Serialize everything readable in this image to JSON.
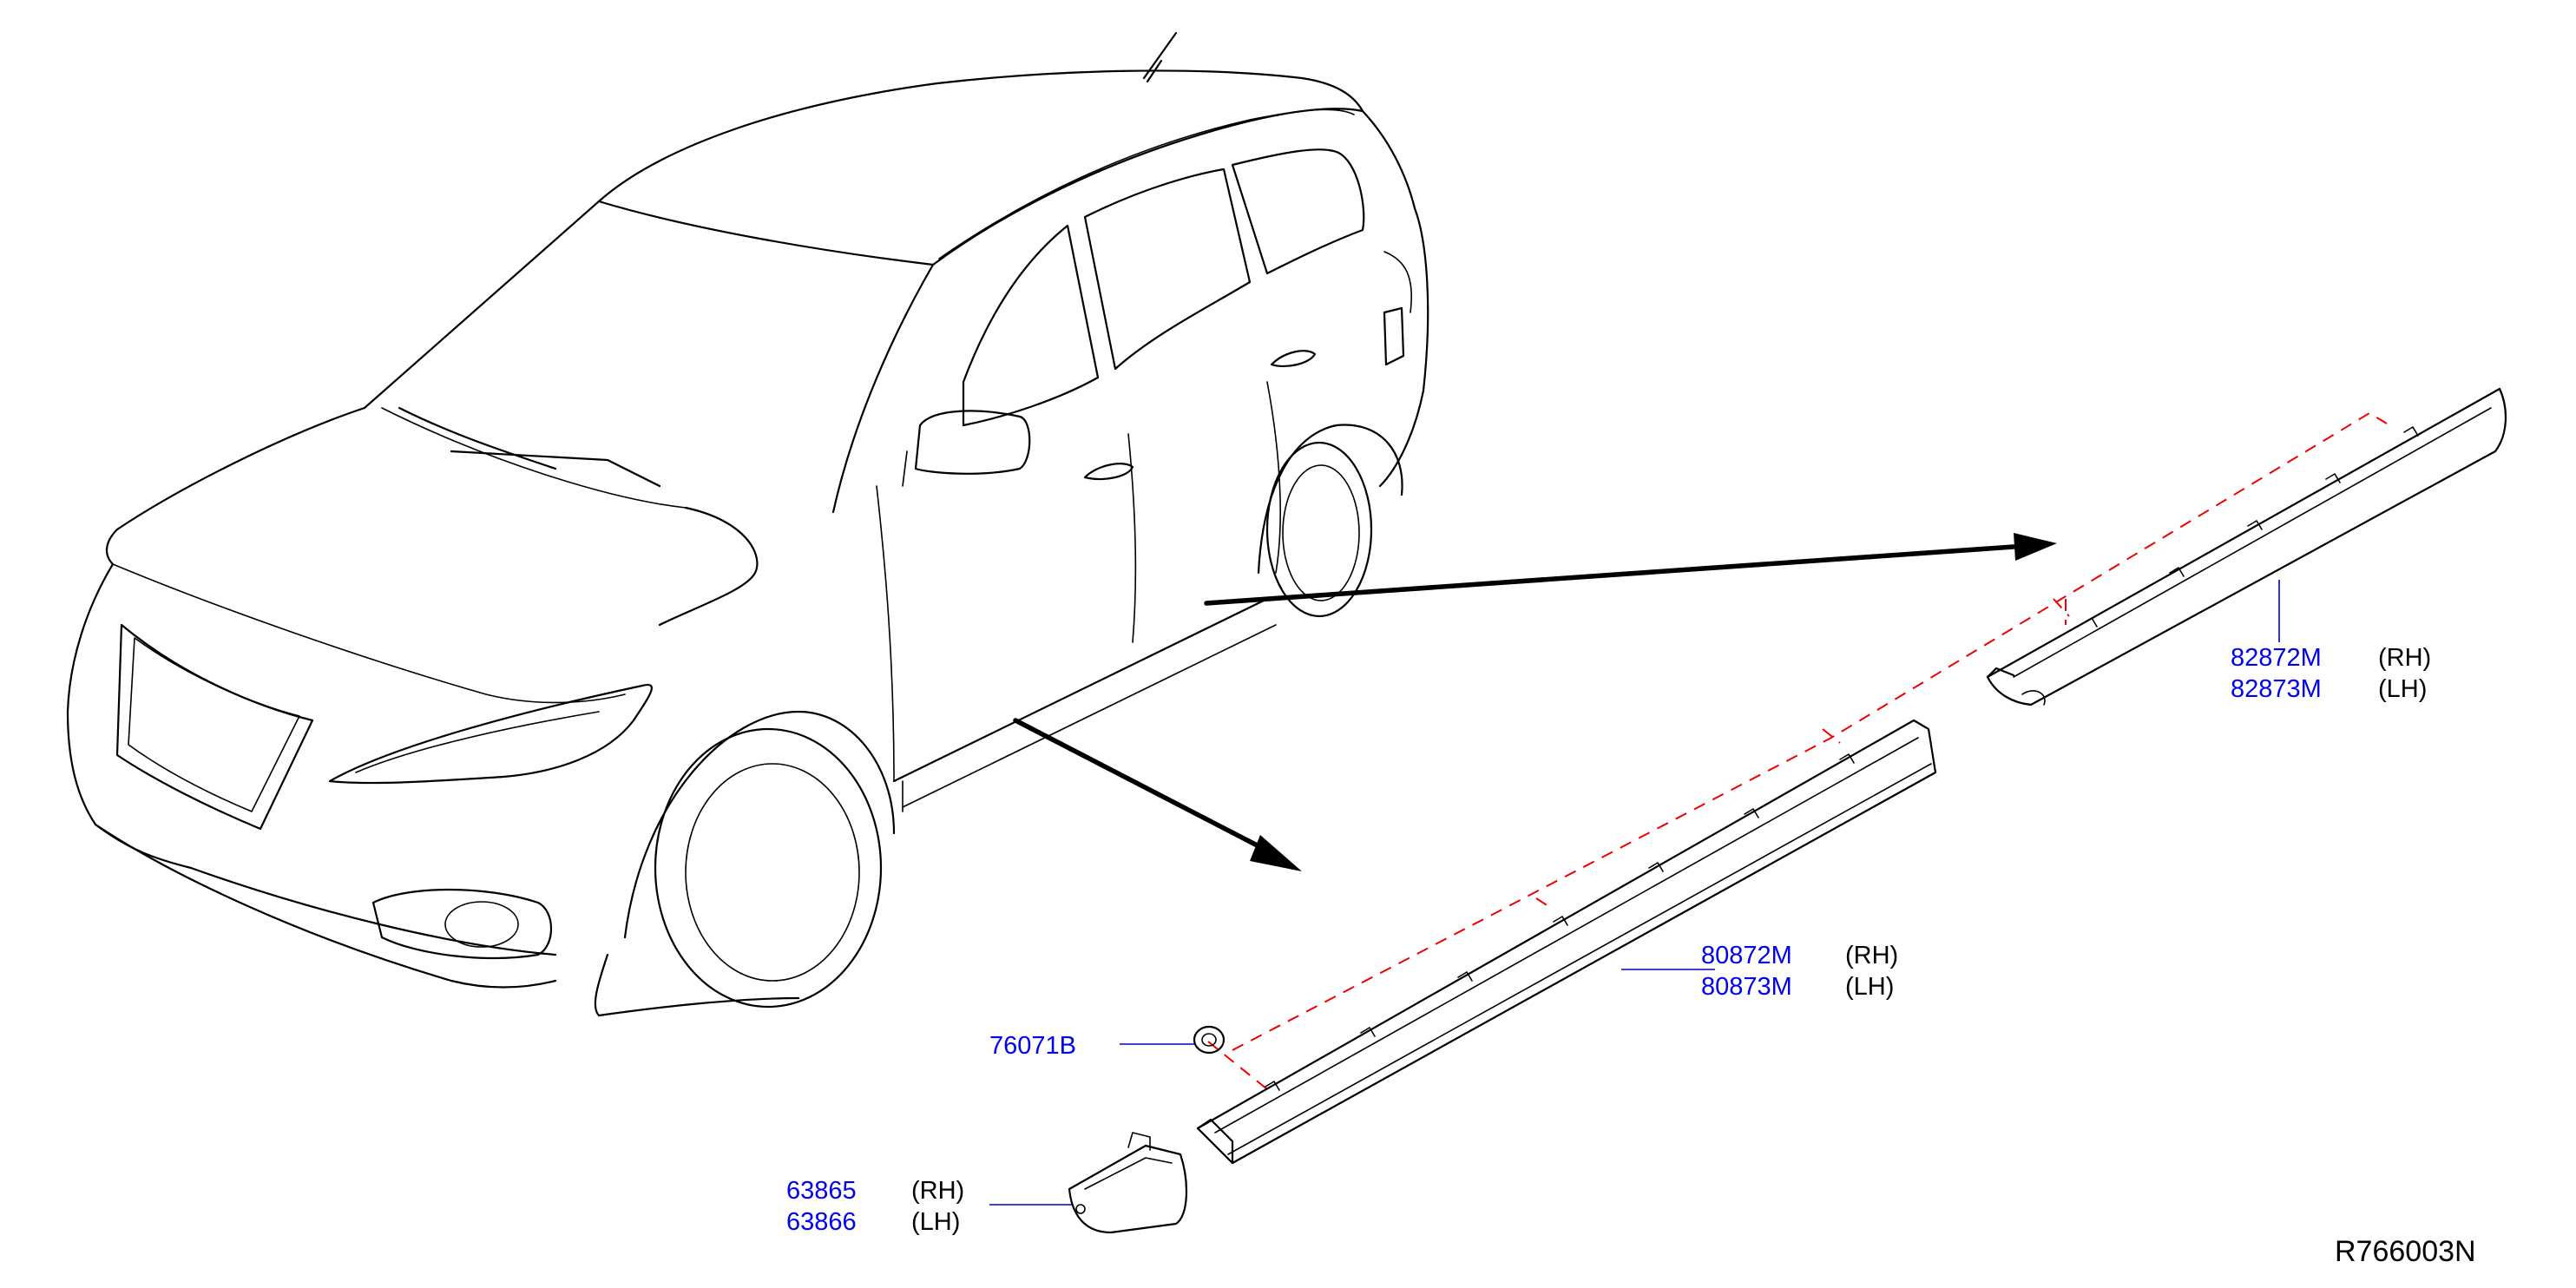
{
  "callouts": {
    "rocker_mid": {
      "parts": [
        "80872M",
        "80873M"
      ],
      "sides": [
        "(RH)",
        "(LH)"
      ]
    },
    "rocker_rear": {
      "parts": [
        "82872M",
        "82873M"
      ],
      "sides": [
        "(RH)",
        "(LH)"
      ]
    },
    "clip": {
      "part": "76071B"
    },
    "end_cap": {
      "parts": [
        "63865",
        "63866"
      ],
      "sides": [
        "(RH)",
        "(LH)"
      ]
    }
  },
  "reference_code": "R766003N",
  "colors": {
    "part_number": "#0000ee",
    "leader": "#0000cc",
    "dashed_guide": "#ee0000",
    "line_art": "#000000",
    "background": "#ffffff"
  },
  "icons": [
    "vehicle-illustration",
    "rocker-molding-front",
    "rocker-molding-rear",
    "clip",
    "end-cap",
    "pointer-arrow"
  ]
}
